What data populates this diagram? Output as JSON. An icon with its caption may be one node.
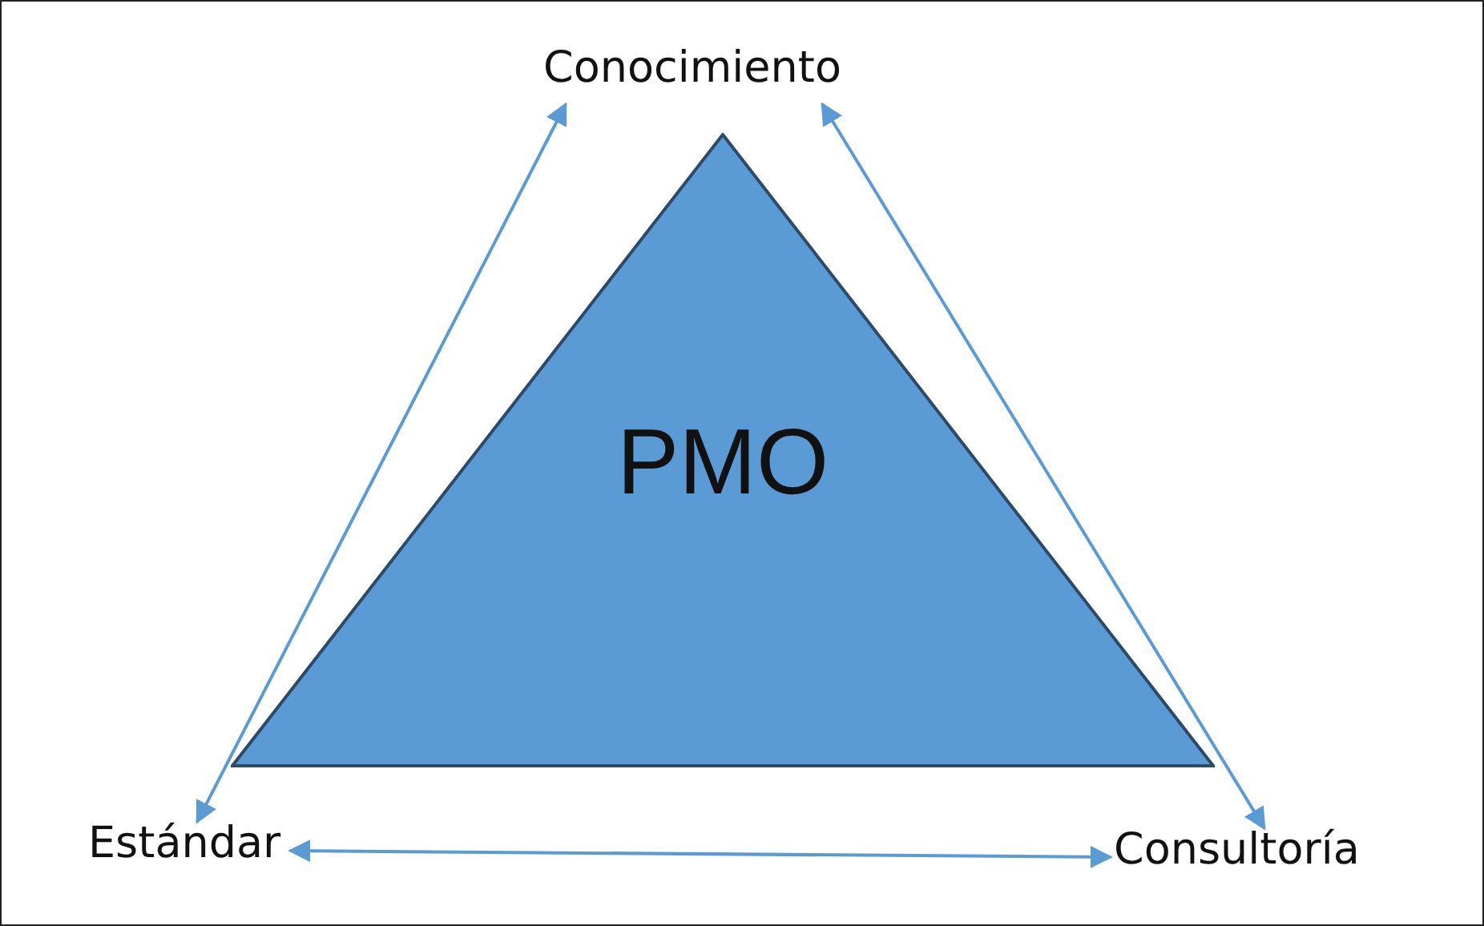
{
  "diagram": {
    "nodes": [
      {
        "text": [
          "Conocimiento"
        ]
      },
      {
        "text": [
          "PMO"
        ]
      },
      {
        "text": [
          "Estándar"
        ]
      },
      {
        "text": [
          "Consultoría"
        ]
      }
    ],
    "edges": [
      {
        "from": 0,
        "to": 2,
        "arrow": "both"
      },
      {
        "from": 0,
        "to": 3,
        "arrow": "both"
      },
      {
        "from": 2,
        "to": 3,
        "arrow": "both"
      }
    ]
  }
}
